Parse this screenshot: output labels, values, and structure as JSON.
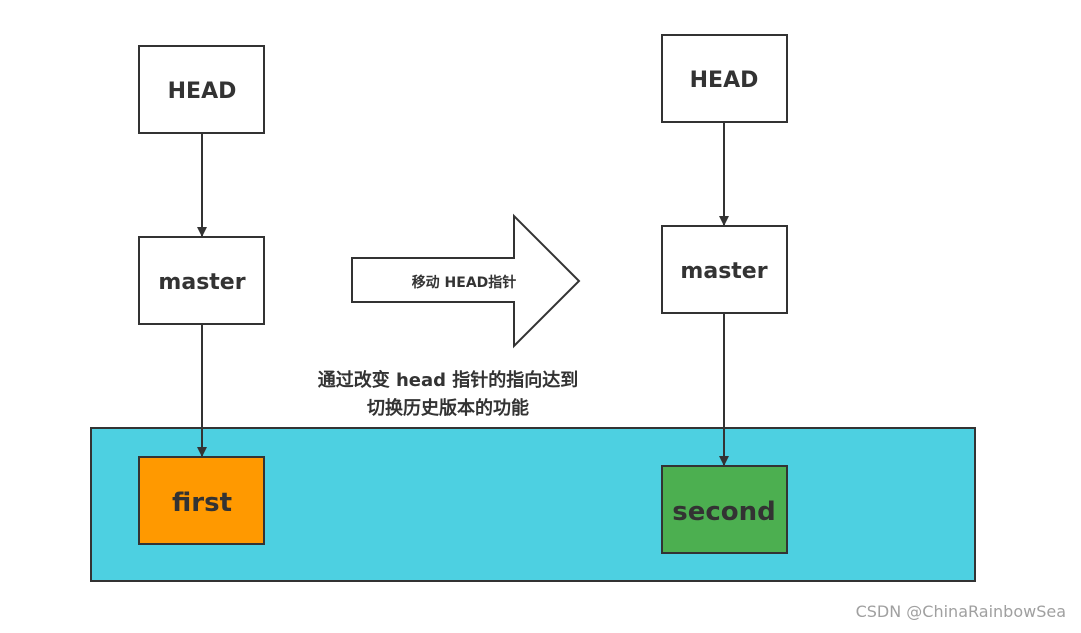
{
  "left": {
    "head_label": "HEAD",
    "branch_label": "master",
    "commit_label": "first",
    "commit_color": "#ff9900"
  },
  "right": {
    "head_label": "HEAD",
    "branch_label": "master",
    "commit_label": "second",
    "commit_color": "#4caf50"
  },
  "transition_arrow_label": "移动 HEAD指针",
  "caption_lines": [
    "通过改变 head 指针的指向达到",
    "切换历史版本的功能"
  ],
  "commit_area_color": "#4dd0e1",
  "watermark": "CSDN @ChinaRainbowSea"
}
